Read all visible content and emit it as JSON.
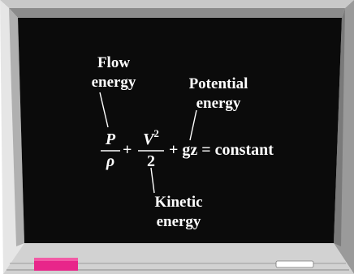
{
  "diagram": {
    "labels": {
      "flow": [
        "Flow",
        "energy"
      ],
      "potential": [
        "Potential",
        "energy"
      ],
      "kinetic": [
        "Kinetic",
        "energy"
      ]
    },
    "equation": {
      "P": "P",
      "rho": "ρ",
      "plus1": "+",
      "V": "V",
      "V_exp": "2",
      "two": "2",
      "rest": "+ gz = constant"
    }
  },
  "colors": {
    "board": "#0b0b0b",
    "frame_light": "#d8d8d8",
    "frame_dark": "#6e6e6e",
    "eraser": "#e8268a",
    "chalk": "#ffffff"
  }
}
